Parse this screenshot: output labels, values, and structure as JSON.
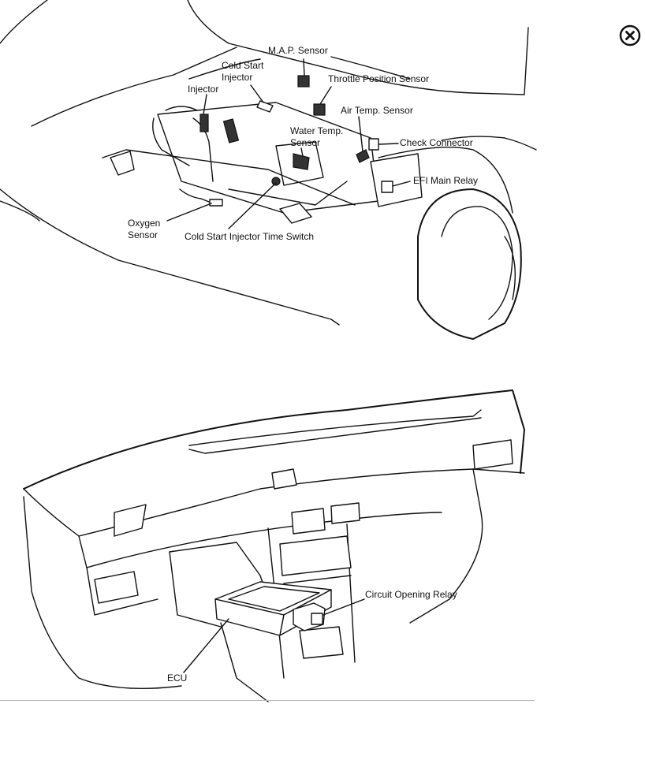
{
  "engine_bay": {
    "labels": {
      "map_sensor": "M.A.P. Sensor",
      "cold_start_injector_1": "Cold Start",
      "cold_start_injector_2": "Injector",
      "injector": "Injector",
      "throttle_position_sensor": "Throttle Position Sensor",
      "air_temp_sensor": "Air Temp. Sensor",
      "water_temp_sensor_1": "Water Temp.",
      "water_temp_sensor_2": "Sensor",
      "check_connector": "Check Connector",
      "efi_main_relay": "EFI Main Relay",
      "oxygen_sensor_1": "Oxygen",
      "oxygen_sensor_2": "Sensor",
      "cold_start_injector_time_switch": "Cold Start Injector Time Switch"
    }
  },
  "dashboard": {
    "labels": {
      "circuit_opening_relay": "Circuit Opening Relay",
      "ecu": "ECU"
    }
  },
  "controls": {
    "close_icon": "close-icon"
  }
}
